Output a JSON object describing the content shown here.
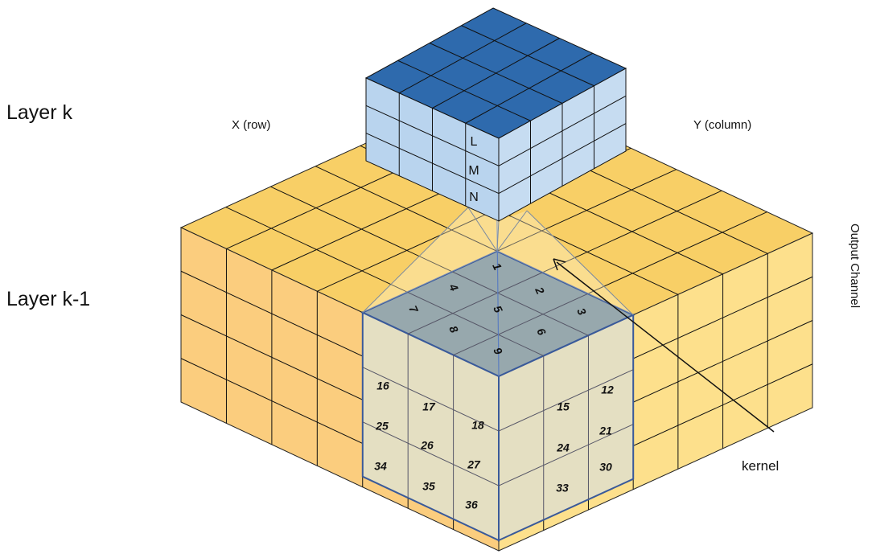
{
  "labels": {
    "layer_k": "Layer k",
    "layer_k_minus_1": "Layer k-1",
    "x_axis": "X (row)",
    "y_axis": "Y (column)",
    "output_channel": "Output Channel",
    "kernel": "kernel"
  },
  "output_cells": [
    "L",
    "M",
    "N"
  ],
  "kernel_top": [
    "1",
    "2",
    "3",
    "4",
    "5",
    "6",
    "7",
    "8",
    "9"
  ],
  "kernel_left": [
    "16",
    "17",
    "18",
    "25",
    "26",
    "27",
    "34",
    "35",
    "36"
  ],
  "kernel_right": [
    "12",
    "15",
    "21",
    "24",
    "30",
    "33"
  ],
  "colors": {
    "input_top": "#f8cf66",
    "input_left": "#fbcd7e",
    "input_right": "#fde08c",
    "output_top": "#2e6aad",
    "output_side": "#b9d4ee",
    "kernel_top": "#97a8ad",
    "kernel_side": "#e4dfc2"
  }
}
